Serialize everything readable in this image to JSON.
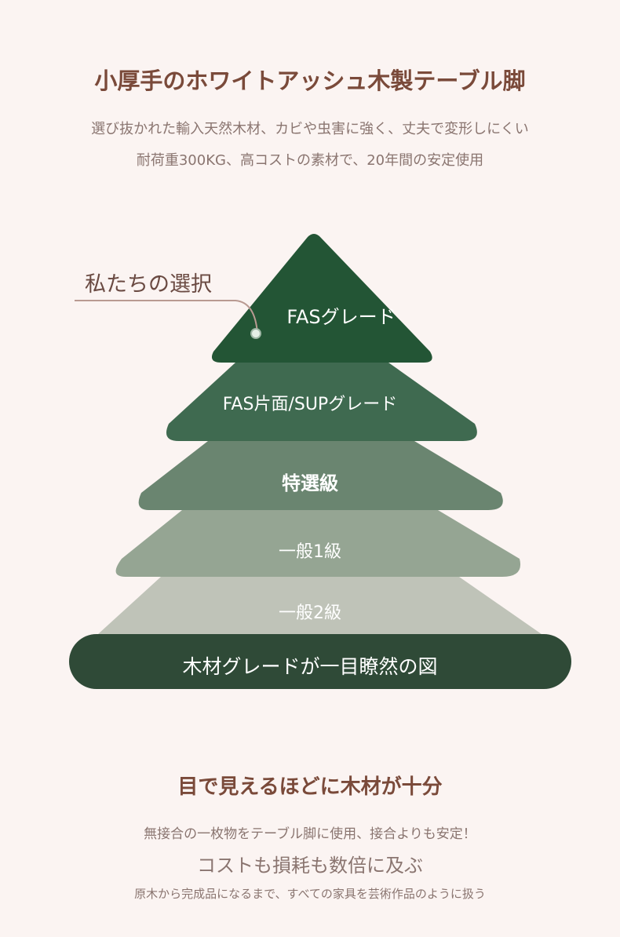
{
  "header": {
    "title": "小厚手のホワイトアッシュ木製テーブル脚",
    "line1": "選び抜かれた輸入天然木材、カビや虫害に強く、丈夫で変形しにくい",
    "line2": "耐荷重300KG、高コストの素材で、20年間の安定使用"
  },
  "pyramid": {
    "choice_label": "私たちの選択",
    "tiers": [
      {
        "label": "FASグレード",
        "color": "#235535"
      },
      {
        "label": "FAS片面/SUPグレード",
        "color": "#3f6a50"
      },
      {
        "label": "特選級",
        "color": "#6a8570"
      },
      {
        "label": "一般1級",
        "color": "#95a593"
      },
      {
        "label": "一般2級",
        "color": "#bfc3b8"
      }
    ],
    "base_label": "木材グレードが一目瞭然の図",
    "base_color": "#2f4a37"
  },
  "footer": {
    "title": "目で見えるほどに木材が十分",
    "line1": "無接合の一枚物をテーブル脚に使用、接合よりも安定！",
    "line2": "コストも損耗も数倍に及ぶ",
    "line3": "原木から完成品になるまで、すべての家具を芸術作品のように扱う"
  },
  "colors": {
    "background": "#fbf4f2",
    "title_brown": "#7a4a3a",
    "subtitle": "#8a7570"
  }
}
